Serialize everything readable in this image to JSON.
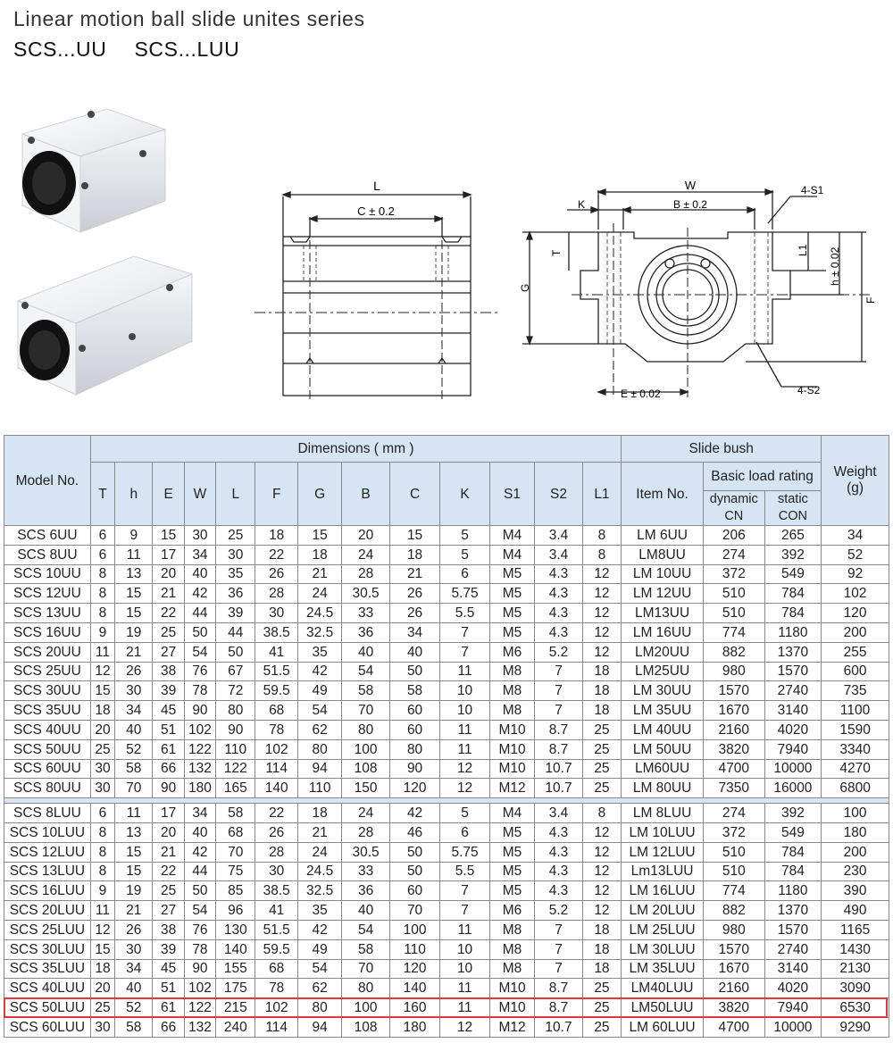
{
  "header": {
    "title": "Linear motion ball  slide unites series",
    "subtitle": "SCS...UU    SCS...LUU"
  },
  "drawing_labels": {
    "side": {
      "length": "L",
      "center": "C ± 0.2"
    },
    "front": {
      "width": "W",
      "k": "K",
      "b": "B ± 0.2",
      "s1": "4-S1",
      "t": "T",
      "g": "G",
      "l1": "L1",
      "h": "h ± 0.02",
      "f": "F",
      "e": "E ± 0.02",
      "s2": "4-S2"
    }
  },
  "table": {
    "header": {
      "model": "Model No.",
      "dimensions": "Dimensions ( mm )",
      "slide_bush": "Slide bush",
      "weight": "Weight (g)",
      "item_no": "Item No.",
      "basic_load": "Basic load rating",
      "dynamic": "dynamic CN",
      "static": "static CON",
      "cols": [
        "T",
        "h",
        "E",
        "W",
        "L",
        "F",
        "G",
        "B",
        "C",
        "K",
        "S1",
        "S2",
        "L1"
      ]
    },
    "uu_rows": [
      [
        "SCS 6UU",
        "6",
        "9",
        "15",
        "30",
        "25",
        "18",
        "15",
        "20",
        "15",
        "5",
        "M4",
        "3.4",
        "8",
        "LM 6UU",
        "206",
        "265",
        "34"
      ],
      [
        "SCS 8UU",
        "6",
        "11",
        "17",
        "34",
        "30",
        "22",
        "18",
        "24",
        "18",
        "5",
        "M4",
        "3.4",
        "8",
        "LM8UU",
        "274",
        "392",
        "52"
      ],
      [
        "SCS 10UU",
        "8",
        "13",
        "20",
        "40",
        "35",
        "26",
        "21",
        "28",
        "21",
        "6",
        "M5",
        "4.3",
        "12",
        "LM 10UU",
        "372",
        "549",
        "92"
      ],
      [
        "SCS 12UU",
        "8",
        "15",
        "21",
        "42",
        "36",
        "28",
        "24",
        "30.5",
        "26",
        "5.75",
        "M5",
        "4.3",
        "12",
        "LM 12UU",
        "510",
        "784",
        "102"
      ],
      [
        "SCS 13UU",
        "8",
        "15",
        "22",
        "44",
        "39",
        "30",
        "24.5",
        "33",
        "26",
        "5.5",
        "M5",
        "4.3",
        "12",
        "LM13UU",
        "510",
        "784",
        "120"
      ],
      [
        "SCS 16UU",
        "9",
        "19",
        "25",
        "50",
        "44",
        "38.5",
        "32.5",
        "36",
        "34",
        "7",
        "M5",
        "4.3",
        "12",
        "LM 16UU",
        "774",
        "1180",
        "200"
      ],
      [
        "SCS 20UU",
        "11",
        "21",
        "27",
        "54",
        "50",
        "41",
        "35",
        "40",
        "40",
        "7",
        "M6",
        "5.2",
        "12",
        "LM20UU",
        "882",
        "1370",
        "255"
      ],
      [
        "SCS 25UU",
        "12",
        "26",
        "38",
        "76",
        "67",
        "51.5",
        "42",
        "54",
        "50",
        "11",
        "M8",
        "7",
        "18",
        "LM25UU",
        "980",
        "1570",
        "600"
      ],
      [
        "SCS 30UU",
        "15",
        "30",
        "39",
        "78",
        "72",
        "59.5",
        "49",
        "58",
        "58",
        "10",
        "M8",
        "7",
        "18",
        "LM 30UU",
        "1570",
        "2740",
        "735"
      ],
      [
        "SCS 35UU",
        "18",
        "34",
        "45",
        "90",
        "80",
        "68",
        "54",
        "70",
        "60",
        "10",
        "M8",
        "7",
        "18",
        "LM 35UU",
        "1670",
        "3140",
        "1100"
      ],
      [
        "SCS 40UU",
        "20",
        "40",
        "51",
        "102",
        "90",
        "78",
        "62",
        "80",
        "60",
        "11",
        "M10",
        "8.7",
        "25",
        "LM 40UU",
        "2160",
        "4020",
        "1590"
      ],
      [
        "SCS 50UU",
        "25",
        "52",
        "61",
        "122",
        "110",
        "102",
        "80",
        "100",
        "80",
        "11",
        "M10",
        "8.7",
        "25",
        "LM 50UU",
        "3820",
        "7940",
        "3340"
      ],
      [
        "SCS 60UU",
        "30",
        "58",
        "66",
        "132",
        "122",
        "114",
        "94",
        "108",
        "90",
        "12",
        "M10",
        "10.7",
        "25",
        "LM60UU",
        "4700",
        "10000",
        "4270"
      ],
      [
        "SCS 80UU",
        "30",
        "70",
        "90",
        "180",
        "165",
        "140",
        "110",
        "150",
        "120",
        "12",
        "M12",
        "10.7",
        "25",
        "LM 80UU",
        "7350",
        "16000",
        "6800"
      ]
    ],
    "luu_rows": [
      [
        "SCS 8LUU",
        "6",
        "11",
        "17",
        "34",
        "58",
        "22",
        "18",
        "24",
        "42",
        "5",
        "M4",
        "3.4",
        "8",
        "LM 8LUU",
        "274",
        "392",
        "100"
      ],
      [
        "SCS 10LUU",
        "8",
        "13",
        "20",
        "40",
        "68",
        "26",
        "21",
        "28",
        "46",
        "6",
        "M5",
        "4.3",
        "12",
        "LM 10LUU",
        "372",
        "549",
        "180"
      ],
      [
        "SCS 12LUU",
        "8",
        "15",
        "21",
        "42",
        "70",
        "28",
        "24",
        "30.5",
        "50",
        "5.75",
        "M5",
        "4.3",
        "12",
        "LM 12LUU",
        "510",
        "784",
        "200"
      ],
      [
        "SCS 13LUU",
        "8",
        "15",
        "22",
        "44",
        "75",
        "30",
        "24.5",
        "33",
        "50",
        "5.5",
        "M5",
        "4.3",
        "12",
        "Lm13LUU",
        "510",
        "784",
        "230"
      ],
      [
        "SCS 16LUU",
        "9",
        "19",
        "25",
        "50",
        "85",
        "38.5",
        "32.5",
        "36",
        "60",
        "7",
        "M5",
        "4.3",
        "12",
        "LM 16LUU",
        "774",
        "1180",
        "390"
      ],
      [
        "SCS 20LUU",
        "11",
        "21",
        "27",
        "54",
        "96",
        "41",
        "35",
        "40",
        "70",
        "7",
        "M6",
        "5.2",
        "12",
        "LM 20LUU",
        "882",
        "1370",
        "490"
      ],
      [
        "SCS 25LUU",
        "12",
        "26",
        "38",
        "76",
        "130",
        "51.5",
        "42",
        "54",
        "100",
        "11",
        "M8",
        "7",
        "18",
        "LM 25LUU",
        "980",
        "1570",
        "1165"
      ],
      [
        "SCS 30LUU",
        "15",
        "30",
        "39",
        "78",
        "140",
        "59.5",
        "49",
        "58",
        "110",
        "10",
        "M8",
        "7",
        "18",
        "LM 30LUU",
        "1570",
        "2740",
        "1430"
      ],
      [
        "SCS 35LUU",
        "18",
        "34",
        "45",
        "90",
        "155",
        "68",
        "54",
        "70",
        "120",
        "10",
        "M8",
        "7",
        "18",
        "LM 35LUU",
        "1670",
        "3140",
        "2130"
      ],
      [
        "SCS 40LUU",
        "20",
        "40",
        "51",
        "102",
        "175",
        "78",
        "62",
        "80",
        "140",
        "11",
        "M10",
        "8.7",
        "25",
        "LM40LUU",
        "2160",
        "4020",
        "3090"
      ],
      [
        "SCS 50LUU",
        "25",
        "52",
        "61",
        "122",
        "215",
        "102",
        "80",
        "100",
        "160",
        "11",
        "M10",
        "8.7",
        "25",
        "LM50LUU",
        "3820",
        "7940",
        "6530"
      ],
      [
        "SCS 60LUU",
        "30",
        "58",
        "66",
        "132",
        "240",
        "114",
        "94",
        "108",
        "180",
        "12",
        "M12",
        "10.7",
        "25",
        "LM 60LUU",
        "4700",
        "10000",
        "9290"
      ]
    ],
    "highlighted_row": "SCS 50LUU",
    "highlight_color": "#e0393b",
    "header_color": "#d6e4f3"
  }
}
